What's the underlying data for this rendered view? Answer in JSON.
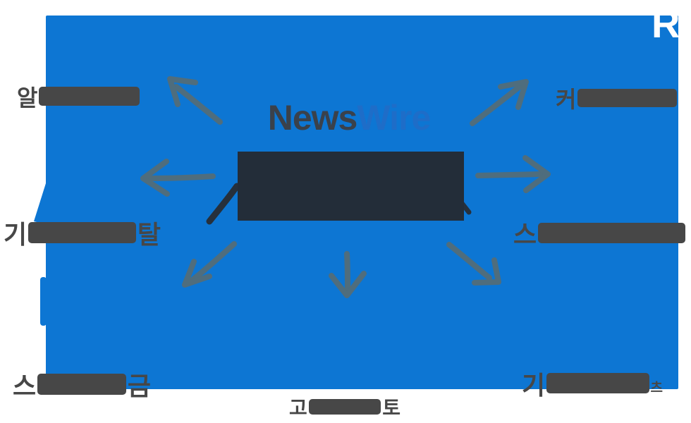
{
  "diagram": {
    "logo": {
      "news": "News",
      "wire": "Wire"
    },
    "corner_letter": "R",
    "labels": {
      "top_left": {
        "start": "알",
        "end": ""
      },
      "top_right": {
        "start": "커",
        "end": ""
      },
      "mid_left": {
        "start": "기",
        "end": "탈"
      },
      "mid_right": {
        "start": "스",
        "end": ""
      },
      "bottom_left": {
        "start": "스",
        "end": "금"
      },
      "bottom_center": {
        "start": "고",
        "end": "토"
      },
      "bottom_right": {
        "start": "기",
        "end": "츠"
      }
    },
    "colors": {
      "canvas_blue": "#0d76d3",
      "label_bar_gray": "#474747",
      "center_box_navy": "#232d39",
      "arrow_slate": "#4f6d7d",
      "logo_news": "#3a414b",
      "logo_wire": "#1e6dc8",
      "corner_letter_white": "#ffffff"
    }
  }
}
